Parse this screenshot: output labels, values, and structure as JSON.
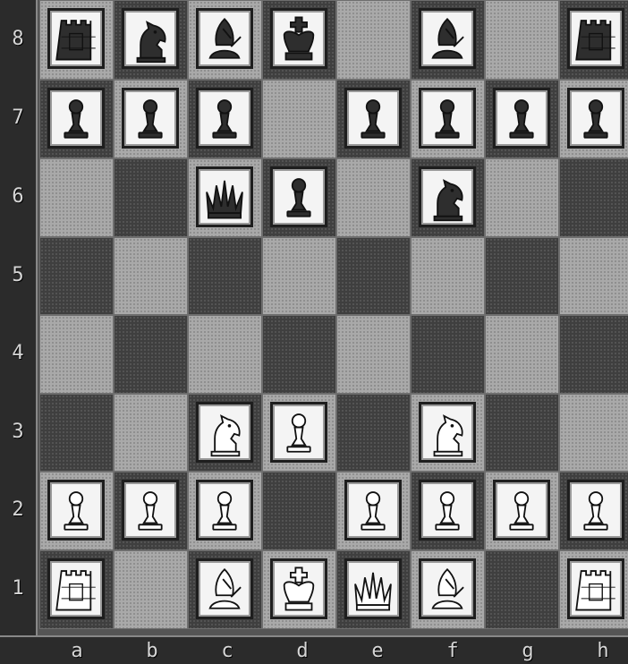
{
  "ranks": [
    "8",
    "7",
    "6",
    "5",
    "4",
    "3",
    "2",
    "1"
  ],
  "files": [
    "a",
    "b",
    "c",
    "d",
    "e",
    "f",
    "g",
    "h"
  ],
  "colors": {
    "light_square": "#a9a9a9",
    "dark_square": "#3f3f3f",
    "black_piece": "#2e2e2e",
    "white_piece": "#ffffff"
  },
  "pieces": [
    {
      "square": "a8",
      "color": "black",
      "type": "rook"
    },
    {
      "square": "b8",
      "color": "black",
      "type": "knight"
    },
    {
      "square": "c8",
      "color": "black",
      "type": "bishop"
    },
    {
      "square": "d8",
      "color": "black",
      "type": "king"
    },
    {
      "square": "f8",
      "color": "black",
      "type": "bishop"
    },
    {
      "square": "h8",
      "color": "black",
      "type": "rook"
    },
    {
      "square": "a7",
      "color": "black",
      "type": "pawn"
    },
    {
      "square": "b7",
      "color": "black",
      "type": "pawn"
    },
    {
      "square": "c7",
      "color": "black",
      "type": "pawn"
    },
    {
      "square": "e7",
      "color": "black",
      "type": "pawn"
    },
    {
      "square": "f7",
      "color": "black",
      "type": "pawn"
    },
    {
      "square": "g7",
      "color": "black",
      "type": "pawn"
    },
    {
      "square": "h7",
      "color": "black",
      "type": "pawn"
    },
    {
      "square": "c6",
      "color": "black",
      "type": "queen"
    },
    {
      "square": "d6",
      "color": "black",
      "type": "pawn"
    },
    {
      "square": "f6",
      "color": "black",
      "type": "knight"
    },
    {
      "square": "c3",
      "color": "white",
      "type": "knight"
    },
    {
      "square": "d3",
      "color": "white",
      "type": "pawn"
    },
    {
      "square": "f3",
      "color": "white",
      "type": "knight"
    },
    {
      "square": "a2",
      "color": "white",
      "type": "pawn"
    },
    {
      "square": "b2",
      "color": "white",
      "type": "pawn"
    },
    {
      "square": "c2",
      "color": "white",
      "type": "pawn"
    },
    {
      "square": "e2",
      "color": "white",
      "type": "pawn"
    },
    {
      "square": "f2",
      "color": "white",
      "type": "pawn"
    },
    {
      "square": "g2",
      "color": "white",
      "type": "pawn"
    },
    {
      "square": "h2",
      "color": "white",
      "type": "pawn"
    },
    {
      "square": "a1",
      "color": "white",
      "type": "rook"
    },
    {
      "square": "c1",
      "color": "white",
      "type": "bishop"
    },
    {
      "square": "d1",
      "color": "white",
      "type": "king"
    },
    {
      "square": "e1",
      "color": "white",
      "type": "queen"
    },
    {
      "square": "f1",
      "color": "white",
      "type": "bishop"
    },
    {
      "square": "h1",
      "color": "white",
      "type": "rook"
    }
  ]
}
